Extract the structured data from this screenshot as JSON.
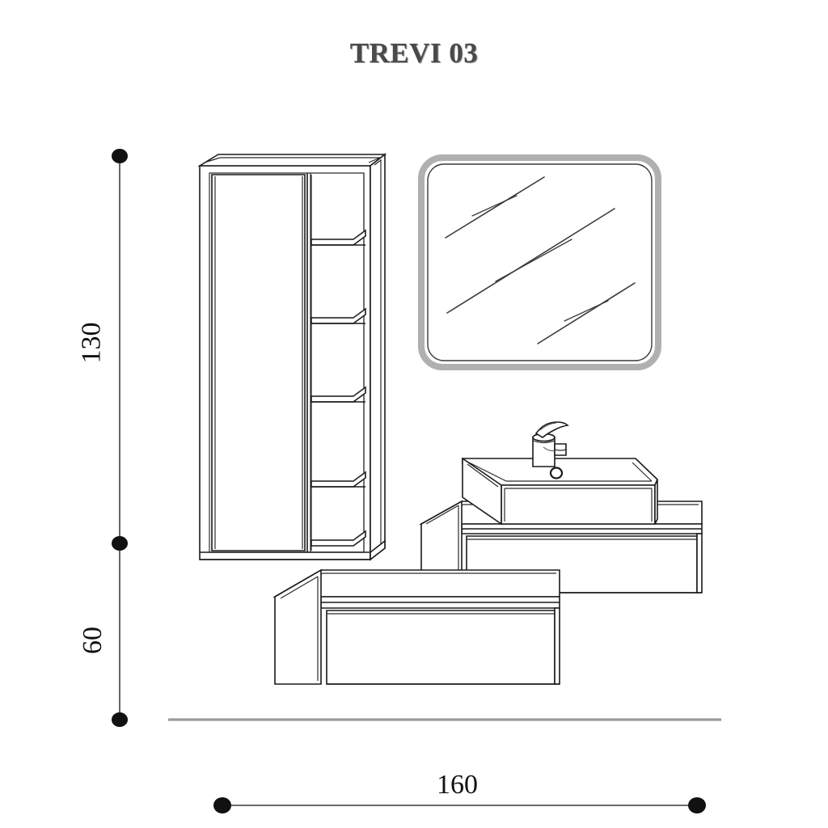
{
  "sheet": {
    "title": "TREVI 03",
    "background_color": "#ffffff",
    "line_color": "#1a1a1a",
    "frame_color": "#9e9e9e",
    "floor_line_color": "#9a9a9a"
  },
  "dimensions": {
    "vertical": {
      "upper_label": "130",
      "lower_label": "60",
      "unit_note": "",
      "node_count": 3
    },
    "horizontal": {
      "label": "160",
      "node_count": 2
    }
  },
  "components": {
    "tall_cabinet": {
      "name": "tall-cabinet",
      "door_panels": 1,
      "open_shelves": 4
    },
    "mirror": {
      "name": "mirror",
      "frame_color": "#b0b0b0",
      "reflection_streaks": 3
    },
    "washbasin": {
      "name": "washbasin",
      "overflow_hole": 1
    },
    "faucet": {
      "name": "faucet",
      "type": "single-lever"
    },
    "vanity_right": {
      "name": "vanity-unit-right",
      "drawers": 1
    },
    "vanity_left": {
      "name": "vanity-unit-left",
      "drawers": 1
    },
    "floor_line": {
      "name": "floor-reference-line"
    }
  }
}
